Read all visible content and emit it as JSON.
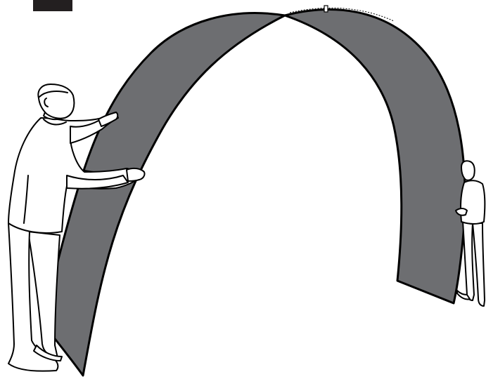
{
  "illustration": {
    "step_number": "",
    "colors": {
      "fabric": "#6d6e71",
      "outline": "#000000",
      "figure_fill": "#ffffff",
      "badge": "#231f20"
    },
    "objects": [
      "arch-fabric",
      "zipper-pull",
      "person-front-left",
      "person-back-right"
    ]
  }
}
